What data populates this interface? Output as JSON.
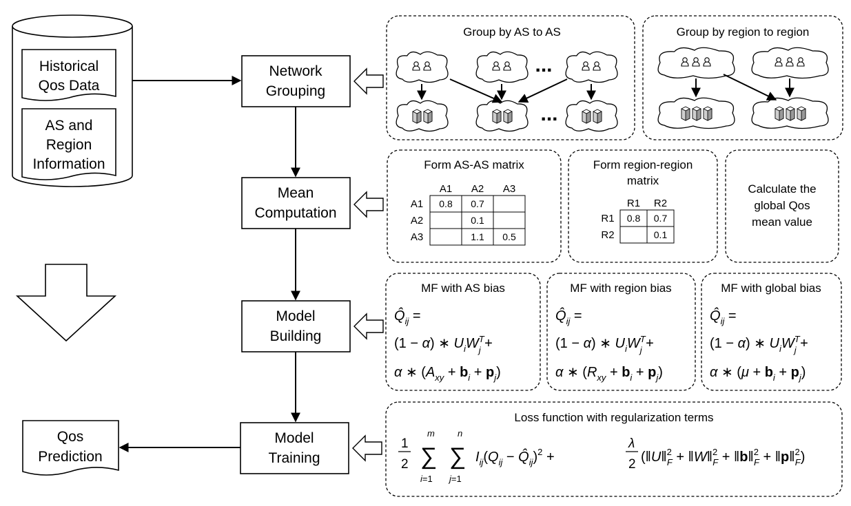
{
  "database": {
    "items": [
      "Historical Qos Data",
      "AS and Region Information"
    ],
    "lines": [
      [
        "Historical",
        "Qos Data"
      ],
      [
        "AS and",
        "Region",
        "Information"
      ]
    ]
  },
  "steps": {
    "grouping": [
      "Network",
      "Grouping"
    ],
    "mean": [
      "Mean",
      "Computation"
    ],
    "building": [
      "Model",
      "Building"
    ],
    "training": [
      "Model",
      "Training"
    ]
  },
  "output": [
    "Qos",
    "Prediction"
  ],
  "grouping_panels": {
    "as": {
      "title": "Group by AS to AS",
      "ellipsis": "..."
    },
    "region": {
      "title": "Group by region to region"
    }
  },
  "mean_panels": {
    "as_matrix": {
      "title": "Form AS-AS matrix",
      "cols": [
        "A1",
        "A2",
        "A3"
      ],
      "rows": [
        {
          "label": "A1",
          "cells": [
            "0.8",
            "0.7",
            ""
          ]
        },
        {
          "label": "A2",
          "cells": [
            "",
            "0.1",
            ""
          ]
        },
        {
          "label": "A3",
          "cells": [
            "",
            "1.1",
            "0.5"
          ]
        }
      ]
    },
    "region_matrix": {
      "title": [
        "Form region-region",
        "matrix"
      ],
      "cols": [
        "R1",
        "R2"
      ],
      "rows": [
        {
          "label": "R1",
          "cells": [
            "0.8",
            "0.7"
          ]
        },
        {
          "label": "R2",
          "cells": [
            "",
            "0.1"
          ]
        }
      ]
    },
    "global": {
      "title": [
        "Calculate the",
        "global Qos",
        "mean value"
      ]
    }
  },
  "model_panels": [
    {
      "title": "MF with AS bias",
      "bias": "A",
      "sub": "xy"
    },
    {
      "title": "MF with region bias",
      "bias": "R",
      "sub": "xy"
    },
    {
      "title": "MF with global bias",
      "bias": "μ",
      "sub": ""
    }
  ],
  "loss": {
    "title": "Loss function with regularization terms"
  }
}
